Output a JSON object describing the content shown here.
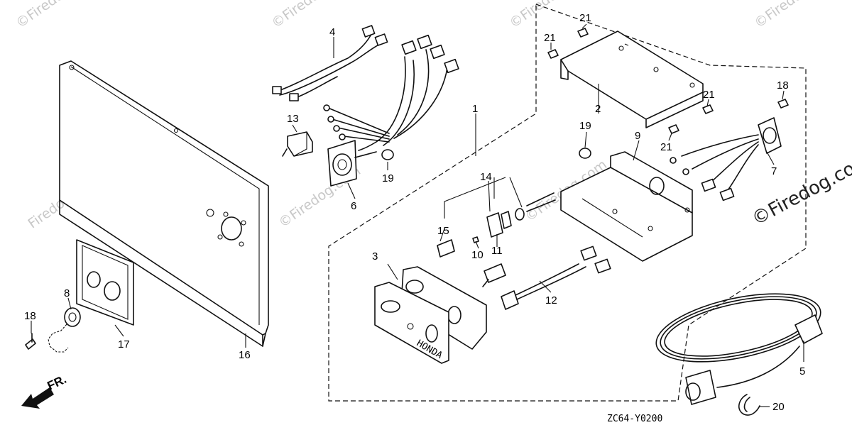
{
  "watermark": {
    "text": "Firedog.com",
    "small_text": "©Firedog.com",
    "big_text": "©Firedog.com"
  },
  "diagram_code": "ZC64-Y0200",
  "front_marker": "FR.",
  "brand_stamp": "HONDA",
  "callouts": {
    "p1": "1",
    "p2": "2",
    "p3": "3",
    "p4": "4",
    "p5": "5",
    "p6": "6",
    "p7": "7",
    "p8": "8",
    "p9": "9",
    "p10": "10",
    "p11": "11",
    "p12": "12",
    "p13": "13",
    "p14": "14",
    "p15": "15",
    "p16": "16",
    "p17": "17",
    "p18a": "18",
    "p18b": "18",
    "p19a": "19",
    "p19b": "19",
    "p20": "20",
    "p21a": "21",
    "p21b": "21",
    "p21c": "21",
    "p21d": "21"
  }
}
